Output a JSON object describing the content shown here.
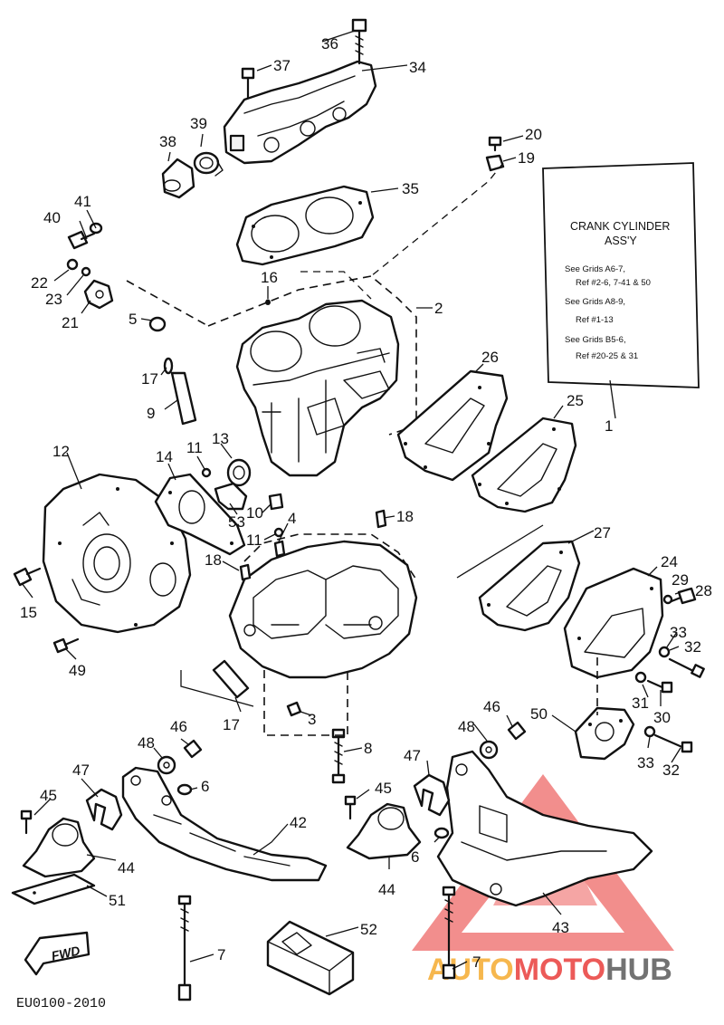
{
  "info_box": {
    "title_line1": "CRANK CYLINDER",
    "title_line2": "ASS'Y",
    "line1": "See Grids A6-7,",
    "line2": "Ref #2-6, 7-41 & 50",
    "line3": "See Grids A8-9,",
    "line4": "Ref #1-13",
    "line5": "See Grids B5-6,",
    "line6": "Ref #20-25 & 31"
  },
  "callouts": {
    "c1": "1",
    "c2": "2",
    "c3": "3",
    "c4": "4",
    "c5": "5",
    "c6a": "6",
    "c6b": "6",
    "c7a": "7",
    "c7b": "7",
    "c8": "8",
    "c9": "9",
    "c10": "10",
    "c11a": "11",
    "c11b": "11",
    "c12": "12",
    "c13": "13",
    "c14": "14",
    "c15": "15",
    "c16": "16",
    "c17a": "17",
    "c17b": "17",
    "c18a": "18",
    "c18b": "18",
    "c19": "19",
    "c20": "20",
    "c21": "21",
    "c22": "22",
    "c23": "23",
    "c24": "24",
    "c25": "25",
    "c26": "26",
    "c27": "27",
    "c28": "28",
    "c29": "29",
    "c30": "30",
    "c31": "31",
    "c32a": "32",
    "c32b": "32",
    "c33a": "33",
    "c33b": "33",
    "c34": "34",
    "c35": "35",
    "c36": "36",
    "c37": "37",
    "c38": "38",
    "c39": "39",
    "c40": "40",
    "c41": "41",
    "c42": "42",
    "c43": "43",
    "c44a": "44",
    "c44b": "44",
    "c45a": "45",
    "c45b": "45",
    "c46a": "46",
    "c46b": "46",
    "c47a": "47",
    "c47b": "47",
    "c48a": "48",
    "c48b": "48",
    "c49": "49",
    "c50": "50",
    "c51": "51",
    "c52": "52",
    "c53": "53"
  },
  "fwd_label": "FWD",
  "drawing_code": "EU0100-2010",
  "watermark": {
    "part1": "AUTO",
    "part2": "MOTO",
    "part3": "HUB",
    "color_orange": "#f5a623",
    "color_red": "#e8322f",
    "color_grey": "#5a5a5a"
  }
}
